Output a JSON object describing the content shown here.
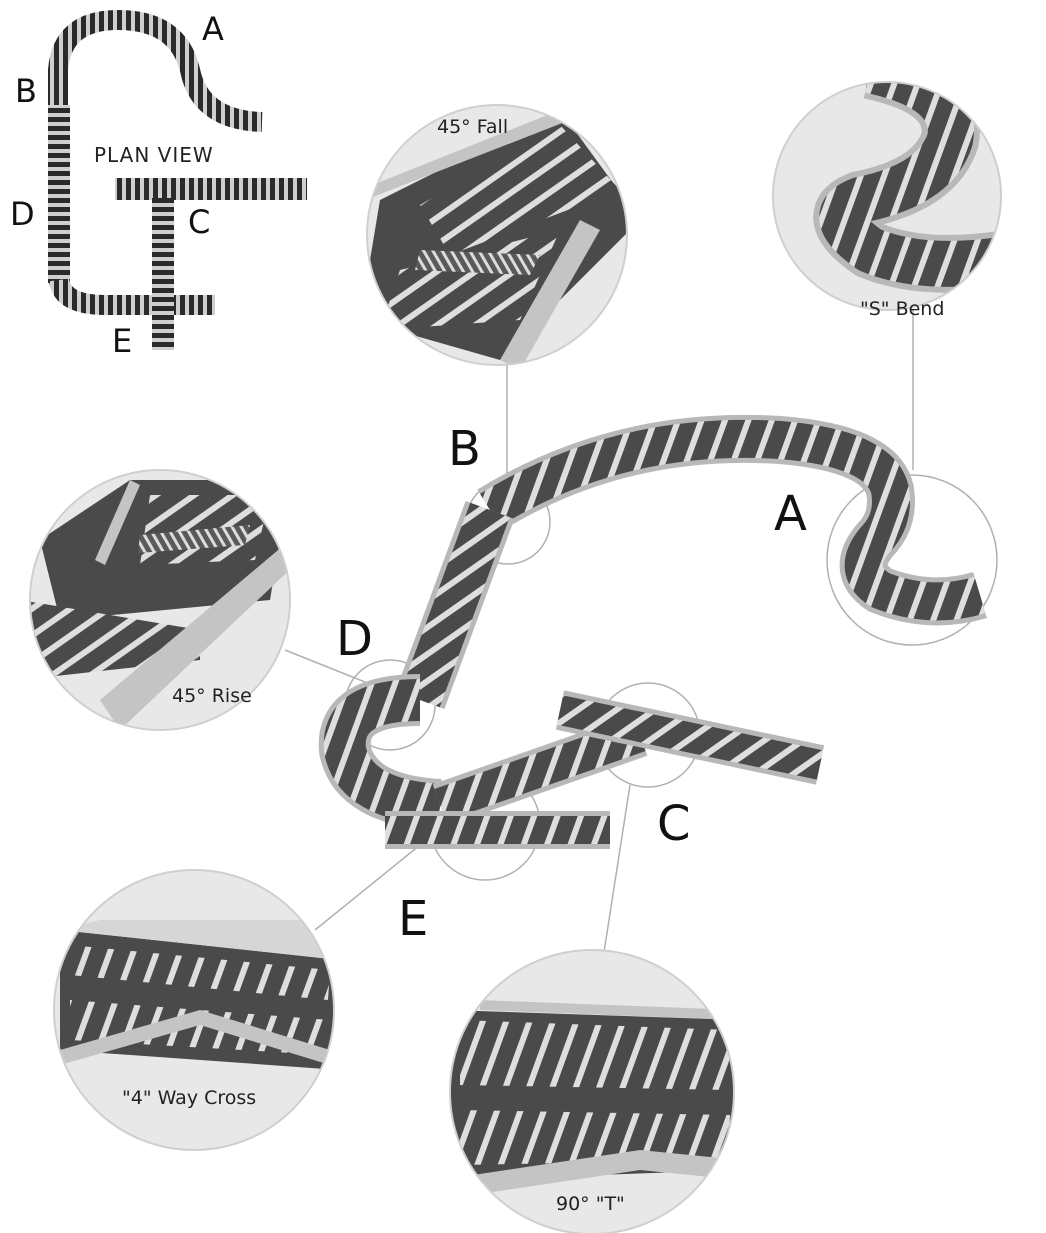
{
  "plan_view": {
    "title": "PLAN VIEW",
    "labels": {
      "a": "A",
      "b": "B",
      "c": "C",
      "d": "D",
      "e": "E"
    }
  },
  "main_labels": {
    "a": "A",
    "b": "B",
    "c": "C",
    "d": "D",
    "e": "E"
  },
  "callouts": {
    "fall": "45° Fall",
    "s_bend": "\"S\" Bend",
    "rise": "45° Rise",
    "cross": "\"4\" Way Cross",
    "tee": "90° \"T\""
  },
  "colors": {
    "tray_dark": "#4a4a4a",
    "tray_rung": "#d9d9d9",
    "tray_rail": "#b8b8b8",
    "circle_bg": "#e8e8e8",
    "leader": "#b0b0b0",
    "plan_stripe_dark": "#2a2a2a",
    "plan_stripe_light": "#cfcfcf"
  }
}
